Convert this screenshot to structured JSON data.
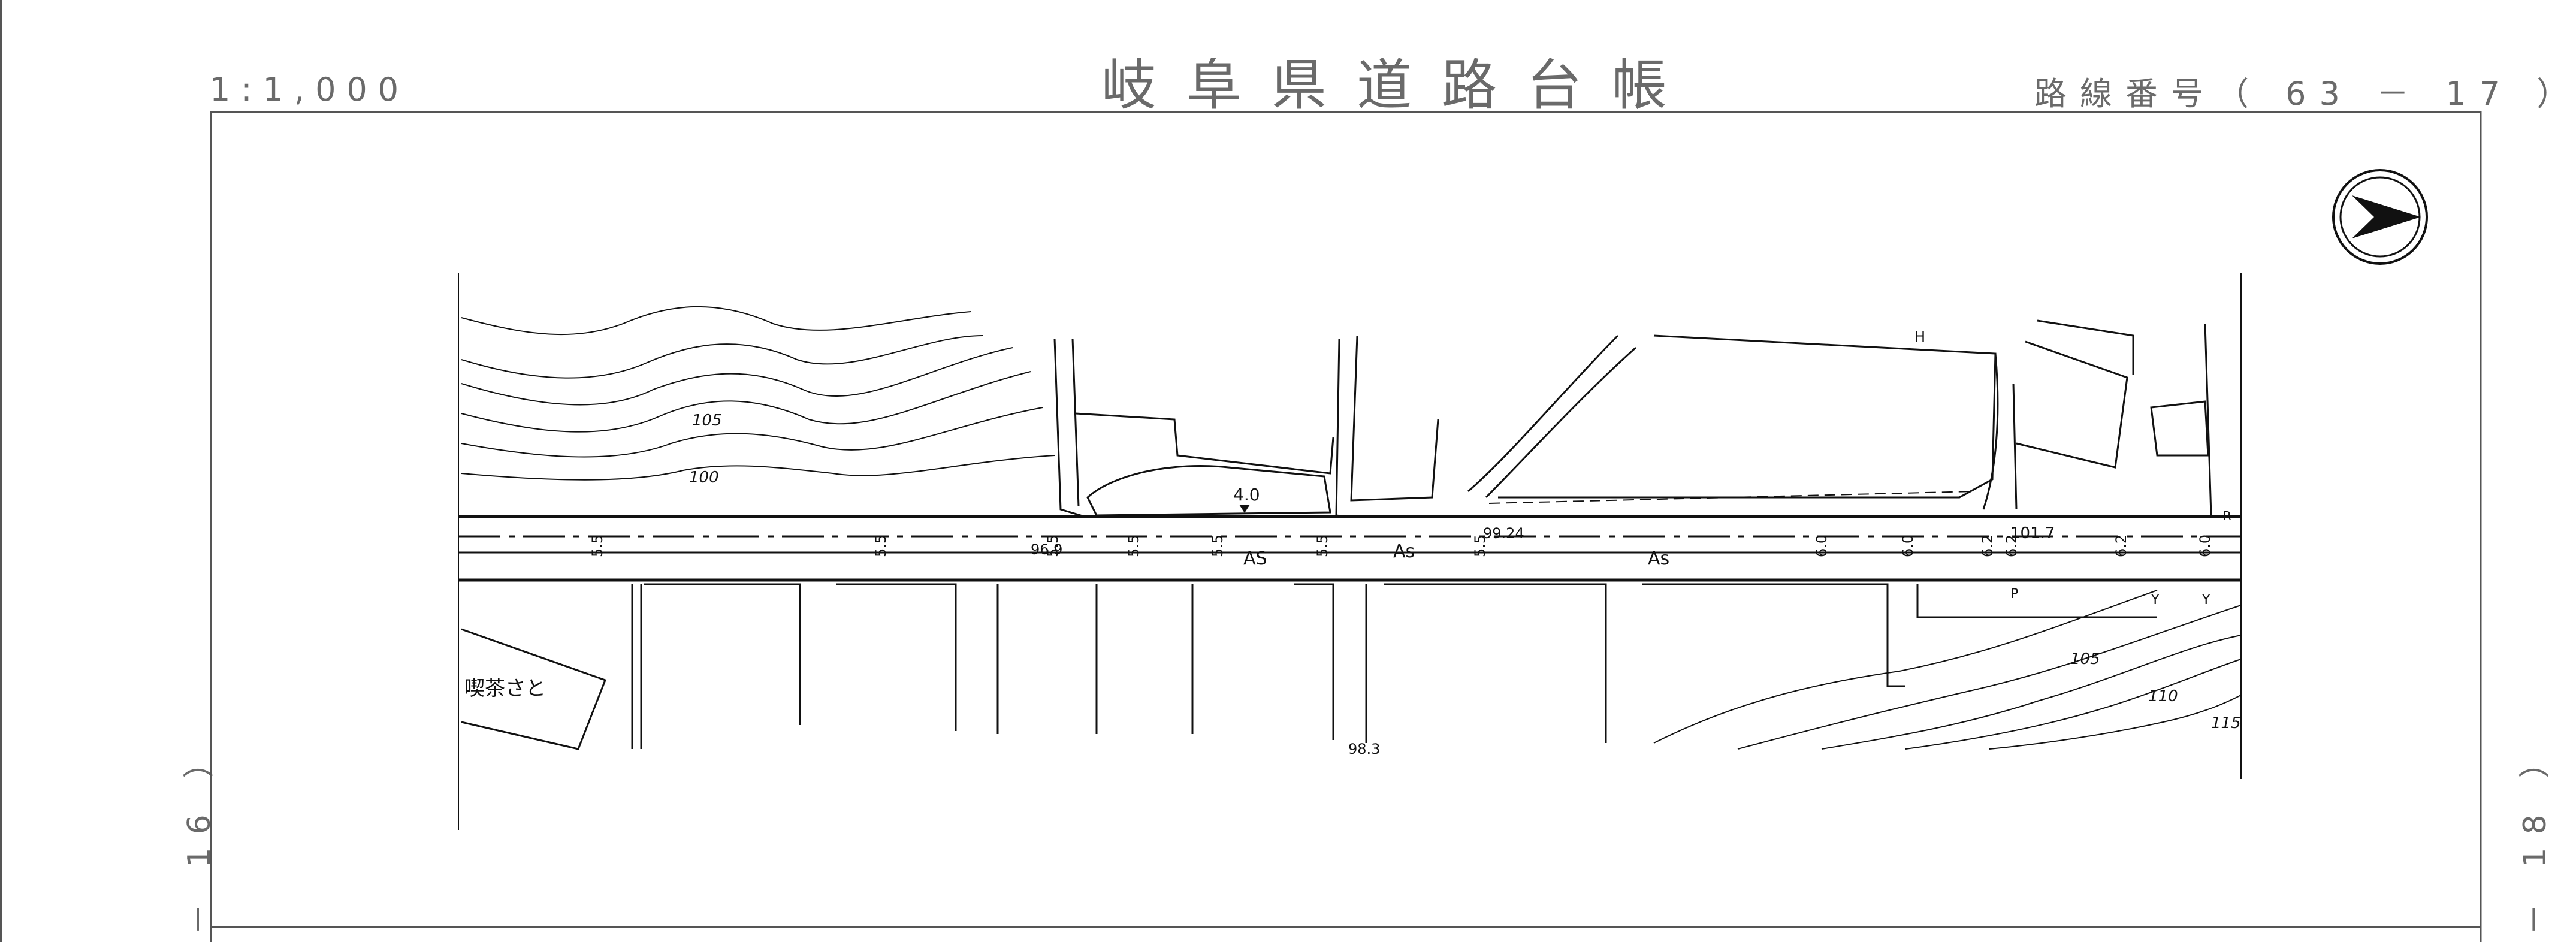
{
  "header": {
    "scale": "1:1,000",
    "title": "岐阜県道路台帳",
    "route": "路線番号（ 63 － 17 ）"
  },
  "side_labels": {
    "left": "－ 16 ）",
    "right": "－ 18 ）"
  },
  "map": {
    "north_arrow": "north-arrow",
    "road_labels": [
      "AS",
      "As",
      "As"
    ],
    "widths": [
      "5.5",
      "5.5",
      "5.5",
      "5.5",
      "5.5",
      "5.5",
      "5.5",
      "6.0",
      "6.0",
      "6.2",
      "6.2",
      "6.2",
      "6.0"
    ],
    "elevations": [
      "96.9",
      "99.24",
      "101.7",
      "98.3"
    ],
    "contours": [
      "105",
      "100",
      "105",
      "110",
      "115"
    ],
    "island_value": "4.0",
    "building_label": "喫茶さと",
    "tags": [
      "P",
      "Y",
      "Y",
      "R",
      "H"
    ]
  }
}
